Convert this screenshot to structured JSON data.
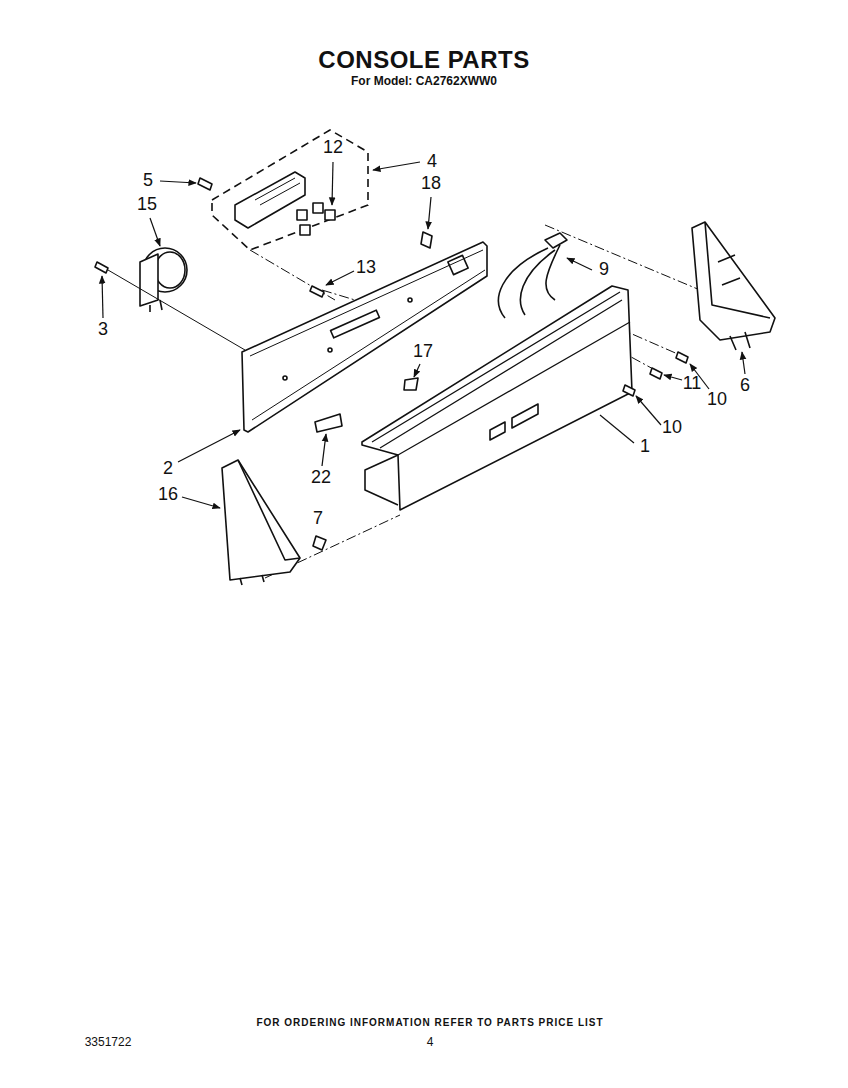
{
  "diagram": {
    "title": "CONSOLE PARTS",
    "labels": [
      "For Model: CA2762XWW0",
      "12",
      "4",
      "5",
      "18",
      "15",
      "13",
      "9",
      "3",
      "17",
      "11",
      "10",
      "6",
      "10",
      "1",
      "2",
      "22",
      "16",
      "7",
      "FOR ORDERING INFORMATION REFER TO PARTS PRICE LIST",
      "3351722",
      "4"
    ]
  }
}
